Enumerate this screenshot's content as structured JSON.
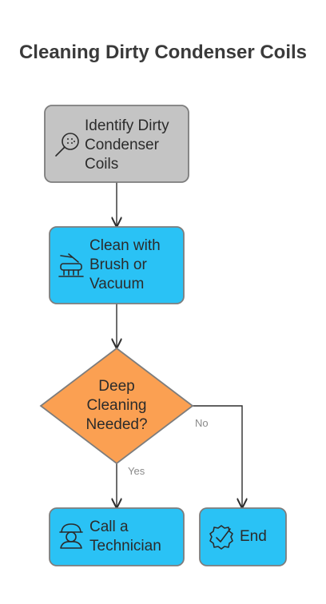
{
  "title": "Cleaning Dirty Condenser Coils",
  "colors": {
    "gray_fill": "#c4c4c4",
    "blue_fill": "#2ac2f5",
    "orange_fill": "#fba052",
    "stroke": "#7d7d7d"
  },
  "nodes": {
    "identify": {
      "label": "Identify Dirty Condenser Coils",
      "icon": "magnifier-icon"
    },
    "clean": {
      "label": "Clean with Brush or Vacuum",
      "icon": "brush-vacuum-icon"
    },
    "decision": {
      "label": "Deep Cleaning Needed?"
    },
    "technician": {
      "label": "Call a Technician",
      "icon": "technician-icon"
    },
    "end": {
      "label": "End",
      "icon": "gear-check-icon"
    }
  },
  "edges": {
    "no_label": "No",
    "yes_label": "Yes"
  }
}
